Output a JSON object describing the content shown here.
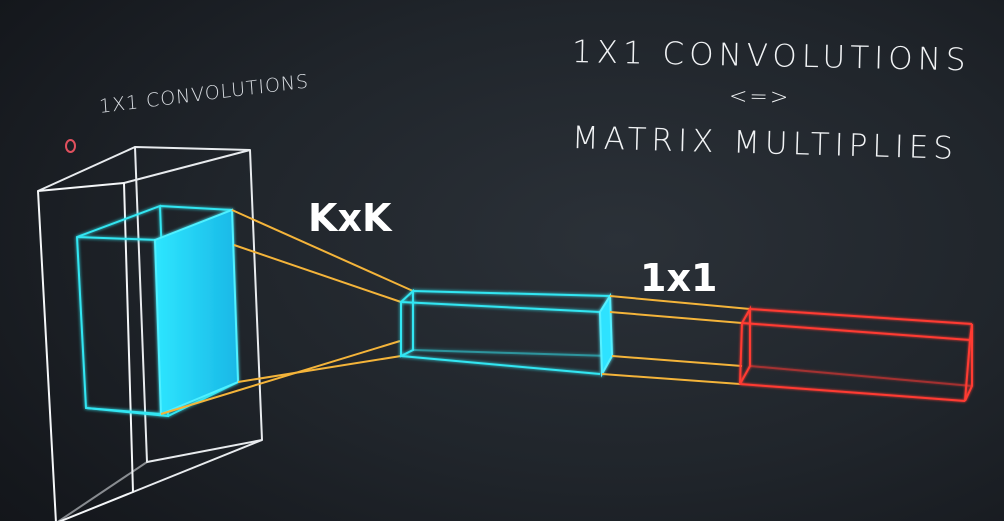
{
  "title": {
    "line1": "1X1 CONVOLUTIONS",
    "line2": "<=>",
    "line3": "MATRIX MULTIPLIES"
  },
  "volume_label": "1X1 CONVOLUTIONS",
  "kernel_label": "KxK",
  "pointwise_label": "1x1",
  "colors": {
    "background": "#1c2026",
    "input_volume_outline": "#e8ebee",
    "patch_outline": "#33e6f2",
    "patch_fill": "#2fd9f2",
    "projection_lines": "#f4b43a",
    "output_outline": "#ff3a33",
    "bullet": "#e0505e"
  }
}
